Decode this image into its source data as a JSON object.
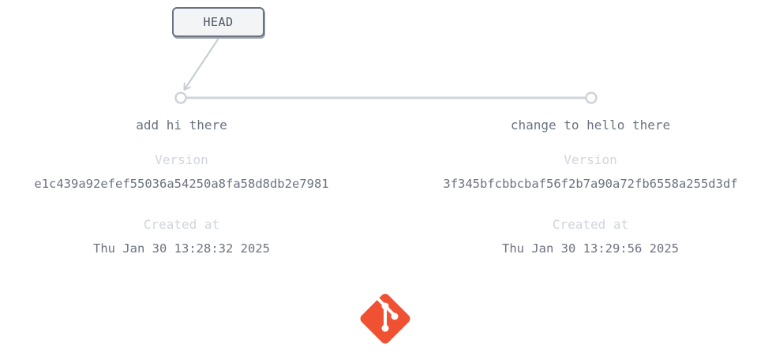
{
  "head": {
    "label": "HEAD"
  },
  "commits": [
    {
      "message": "add hi there",
      "version_label": "Version",
      "version": "e1c439a92efef55036a54250a8fa58d8db2e7981",
      "created_label": "Created at",
      "created": "Thu Jan 30 13:28:32 2025"
    },
    {
      "message": "change to hello there",
      "version_label": "Version",
      "version": "3f345bfcbbcbaf56f2b7a90a72fb6558a255d3df",
      "created_label": "Created at",
      "created": "Thu Jan 30 13:29:56 2025"
    }
  ],
  "icons": {
    "logo": "git-logo-icon"
  },
  "colors": {
    "line": "#d1d5db",
    "text": "#6b7280",
    "muted": "#d1d5db",
    "git_orange": "#f05133"
  }
}
